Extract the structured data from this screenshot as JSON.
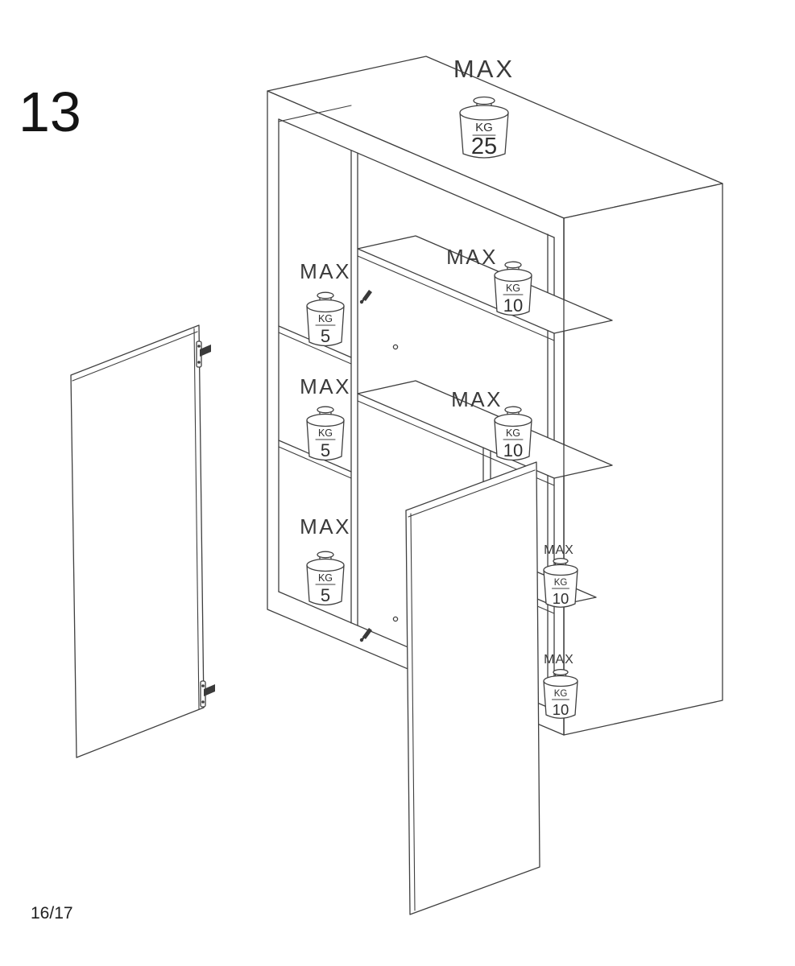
{
  "page": {
    "step_number": "13",
    "page_indicator": "16/17"
  },
  "weights": [
    {
      "position": "cabinet-top",
      "label": "MAX",
      "unit": "KG",
      "value": "25"
    },
    {
      "position": "upper-shelf",
      "label": "MAX",
      "unit": "KG",
      "value": "10"
    },
    {
      "position": "left-column-top-shelf",
      "label": "MAX",
      "unit": "KG",
      "value": "5"
    },
    {
      "position": "left-column-middle-shelf",
      "label": "MAX",
      "unit": "KG",
      "value": "5"
    },
    {
      "position": "middle-shelf",
      "label": "MAX",
      "unit": "KG",
      "value": "10"
    },
    {
      "position": "left-column-bottom-shelf",
      "label": "MAX",
      "unit": "KG",
      "value": "5"
    },
    {
      "position": "right-column-upper-shelf",
      "label": "MAX",
      "unit": "KG",
      "value": "10"
    },
    {
      "position": "right-column-lower-shelf",
      "label": "MAX",
      "unit": "KG",
      "value": "10"
    }
  ],
  "colors": {
    "line": "#3f3f3f",
    "text": "#333333",
    "background": "#ffffff"
  }
}
